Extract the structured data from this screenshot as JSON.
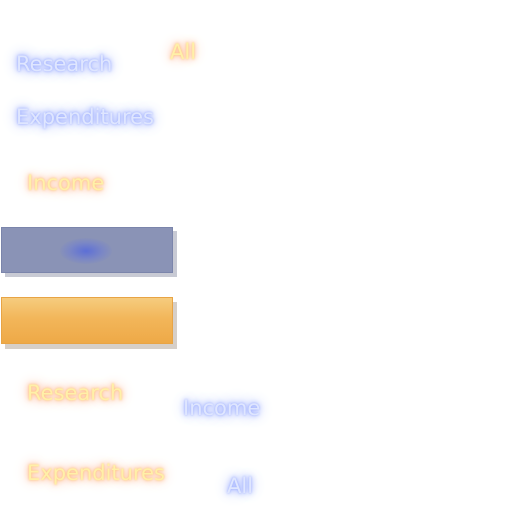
{
  "top_group": {
    "blue_labels": [
      "Research",
      "Expenditures"
    ],
    "orange_labels": [
      "All",
      "Income"
    ]
  },
  "buttons": {
    "primary_color": "#8a93b6",
    "secondary_color": "#f2b65a"
  },
  "bottom_group": {
    "orange_labels": [
      "Research",
      "Expenditures"
    ],
    "blue_labels": [
      "Income",
      "All"
    ]
  },
  "colors": {
    "blue_glow": "#8fa2ff",
    "orange_glow": "#ffb07a"
  }
}
